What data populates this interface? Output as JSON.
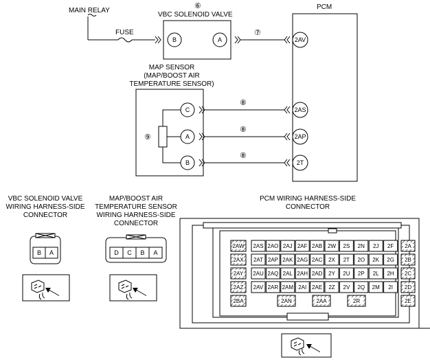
{
  "wiring": {
    "main_relay": "MAIN RELAY",
    "fuse": "FUSE",
    "vbc_number": "⑥",
    "vbc_title": "VBC SOLENOID VALVE",
    "vbc_pin_b": "B",
    "vbc_pin_a": "A",
    "pcm_title": "PCM",
    "wire7": "⑦",
    "pcm_2av": "2AV",
    "map_line1": "MAP SENSOR",
    "map_line2": "(MAP/BOOST AIR",
    "map_line3": "TEMPERATURE SENSOR)",
    "map_pin_c": "C",
    "map_pin_a": "A",
    "map_pin_b": "B",
    "wire8_1": "⑧",
    "wire8_2": "⑧",
    "wire8_3": "⑧",
    "sensor_num": "⑨",
    "pcm_2as": "2AS",
    "pcm_2ap": "2AP",
    "pcm_2t": "2T"
  },
  "connectors": {
    "vbc_line1": "VBC SOLENOID VALVE",
    "vbc_line2": "WIRING HARNESS-SIDE",
    "vbc_line3": "CONNECTOR",
    "vbc_pins": [
      "B",
      "A"
    ],
    "map_line1": "MAP/BOOST AIR",
    "map_line2": "TEMPERATURE SENSOR",
    "map_line3": "WIRING HARNESS-SIDE",
    "map_line4": "CONNECTOR",
    "map_pins": [
      "D",
      "C",
      "B",
      "A"
    ],
    "pcm_line1": "PCM WIRING HARNESS-SIDE",
    "pcm_line2": "CONNECTOR",
    "pcm_left": [
      "2AW",
      "2AX",
      "2AY",
      "2AZ"
    ],
    "pcm_left_bottom": "2BA",
    "pcm_right": [
      "2A",
      "2B",
      "2C",
      "2D"
    ],
    "pcm_right_bottom": "2E",
    "pcm_grid": [
      [
        "2AS",
        "2AO",
        "2AJ",
        "2AF",
        "2AB",
        "2W",
        "2S",
        "2N",
        "2J",
        "2F"
      ],
      [
        "2AT",
        "2AP",
        "2AK",
        "2AG",
        "2AC",
        "2X",
        "2T",
        "2O",
        "2K",
        "2G"
      ],
      [
        "2AU",
        "2AQ",
        "2AL",
        "2AH",
        "2AD",
        "2Y",
        "2U",
        "2P",
        "2L",
        "2H"
      ],
      [
        "2AV",
        "2AR",
        "2AM",
        "2AI",
        "2AE",
        "2Z",
        "2V",
        "2Q",
        "2M",
        "2I"
      ]
    ],
    "pcm_bottom": [
      "2AN",
      "2AA",
      "2R"
    ]
  }
}
